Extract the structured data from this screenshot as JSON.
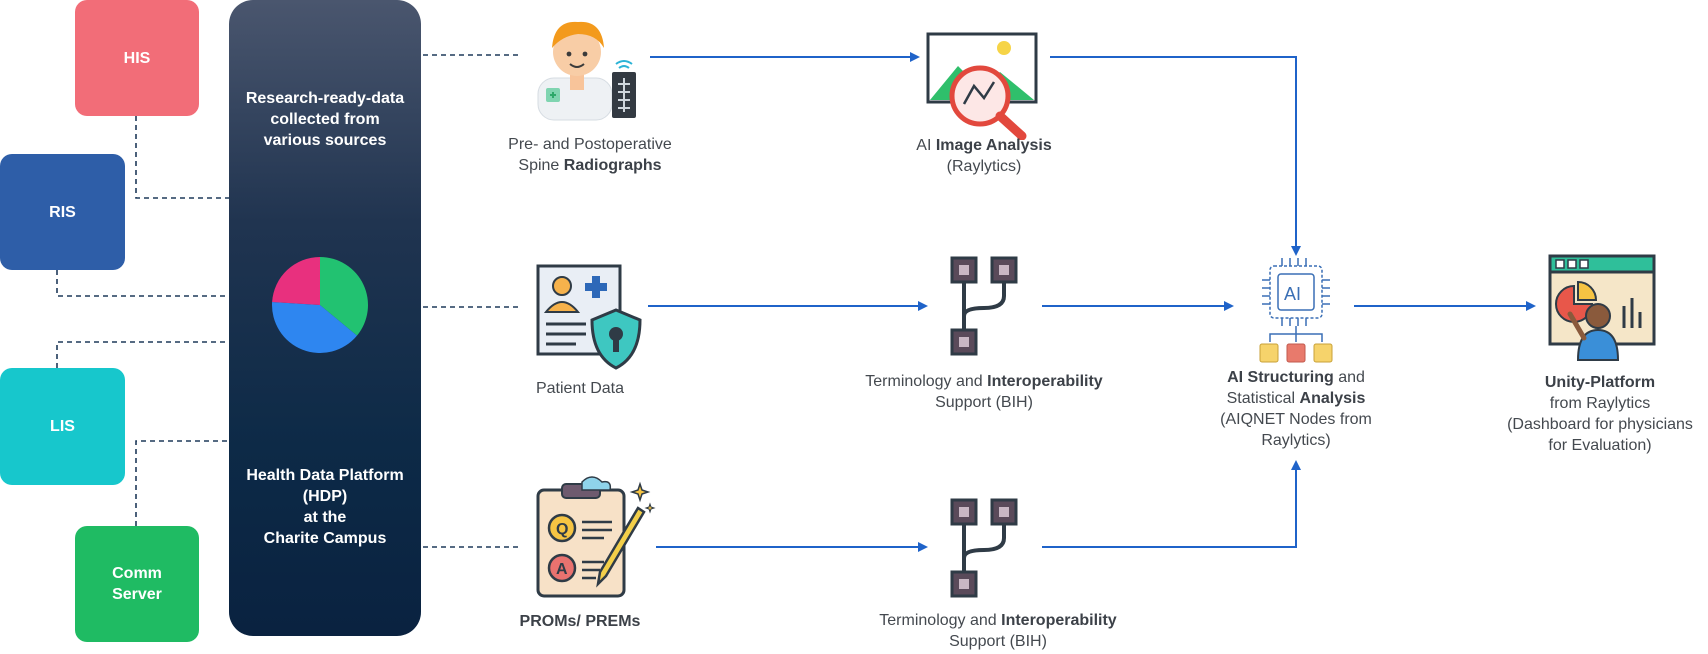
{
  "sources": {
    "his": "HIS",
    "ris": "RIS",
    "lis": "LIS",
    "comm_line1": "Comm",
    "comm_line2": "Server"
  },
  "platform": {
    "top_line1": "Research-ready-data",
    "top_line2": "collected from",
    "top_line3": "various sources",
    "bottom_line1": "Health Data Platform",
    "bottom_line2": "(HDP)",
    "bottom_line3": "at the",
    "bottom_line4": "Charite Campus"
  },
  "nodes": {
    "radiographs": {
      "line1": "Pre- and Postoperative",
      "line2_plain": "Spine ",
      "line2_bold": "Radiographs"
    },
    "image_analysis": {
      "line1_plain": "AI ",
      "line1_bold": "Image Analysis",
      "line2": "(Raylytics)"
    },
    "patient_data": {
      "line1": "Patient Data"
    },
    "interop_mid": {
      "line1_plain": "Terminology and ",
      "line1_bold": "Interoperability",
      "line2": "Support (BIH)"
    },
    "interop_bottom": {
      "line1_plain": "Terminology and ",
      "line1_bold": "Interoperability",
      "line2": "Support (BIH)"
    },
    "proms": {
      "line1": "PROMs/ PREMs"
    },
    "ai_structuring": {
      "line1_bold": "AI Structuring",
      "line1_plain": " and",
      "line2_plain": "Statistical ",
      "line2_bold": "Analysis",
      "line3": "(AIQNET Nodes from",
      "line4": "Raylytics)"
    },
    "unity": {
      "line1": "Unity-Platform",
      "line2": "from Raylytics",
      "line3": "(Dashboard for physicians",
      "line4": "for Evaluation)"
    }
  },
  "icons": {
    "radiographs": "doctor-xray-icon",
    "image_analysis": "image-magnifier-icon",
    "patient_data": "patient-record-shield-icon",
    "interop": "connector-nodes-icon",
    "proms": "questionnaire-clipboard-icon",
    "ai": "ai-chip-network-icon",
    "unity": "dashboard-presenter-icon"
  },
  "pie_chart": {
    "slices": [
      {
        "label": "",
        "value": 36,
        "color": "#22c271"
      },
      {
        "label": "",
        "value": 40,
        "color": "#2e86f0"
      },
      {
        "label": "",
        "value": 24,
        "color": "#e8307e"
      }
    ]
  },
  "colors": {
    "his": "#f26d78",
    "ris": "#2e5ea8",
    "lis": "#17c7cc",
    "comm": "#1fbb63",
    "arrow": "#1f63c9",
    "dashed": "#1f3a5a"
  }
}
